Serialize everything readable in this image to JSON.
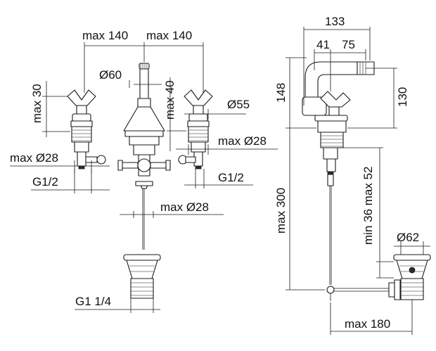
{
  "dimensions": {
    "front": {
      "max_140_left": "max 140",
      "max_140_right": "max 140",
      "dia_60": "Ø60",
      "max_30": "max 30",
      "max_40": "max 40",
      "dia_55": "Ø55",
      "max_dia_28_left": "max Ø28",
      "max_dia_28_right": "max Ø28",
      "max_dia_28_spout": "max Ø28",
      "g_half_left": "G1/2",
      "g_half_right": "G1/2",
      "g_one_quarter": "G1 1/4"
    },
    "side": {
      "d133": "133",
      "d41": "41",
      "d75": "75",
      "d148": "148",
      "d130": "130",
      "max_300": "max 300",
      "min36_max52": "min 36 max 52",
      "dia_62": "Ø62",
      "max_180": "max 180"
    }
  }
}
